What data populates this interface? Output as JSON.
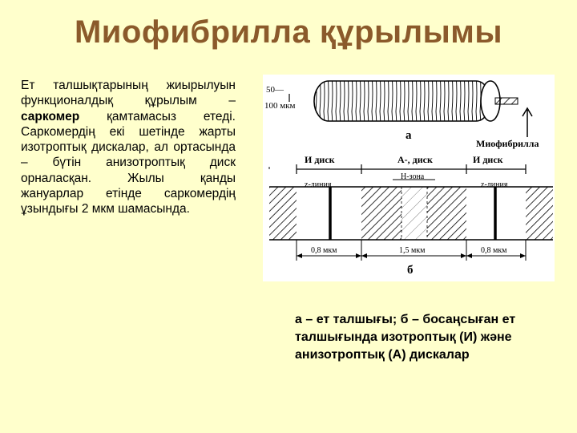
{
  "slide": {
    "title": "Миофибрилла құрылымы",
    "body": {
      "part1": "Ет талшықтарының жиырылуын функционалдық құрылым – ",
      "bold_term": "саркомер",
      "part2": " қамтамасыз етеді. Саркомердің екі шетінде жарты изотроптық дискалар, ал ортасында – бүтін анизотроптық диск орналасқан. Жылы қанды жануарлар етінде саркомердің ұзындығы 2 мкм шамасында."
    },
    "caption": "а – ет талшығы; б – босаңсыған ет талшығында изотроптық (И) және анизотроптық (А) дискалар"
  },
  "figure": {
    "scale_top": "50—",
    "scale_bottom": "100 мкм",
    "label_a": "а",
    "label_b": "б",
    "myofibril_label": "Миофибрилла",
    "i_disk_left": "И диск",
    "a_disk": "А-, диск",
    "i_disk_right": "И диск",
    "h_zone": "Н-зона",
    "z_line_left": "z-линия",
    "z_line_right": "z-линия",
    "dim_left": "0,8 мкм",
    "dim_mid": "1,5 мкм",
    "dim_right": "0,8 мкм"
  }
}
